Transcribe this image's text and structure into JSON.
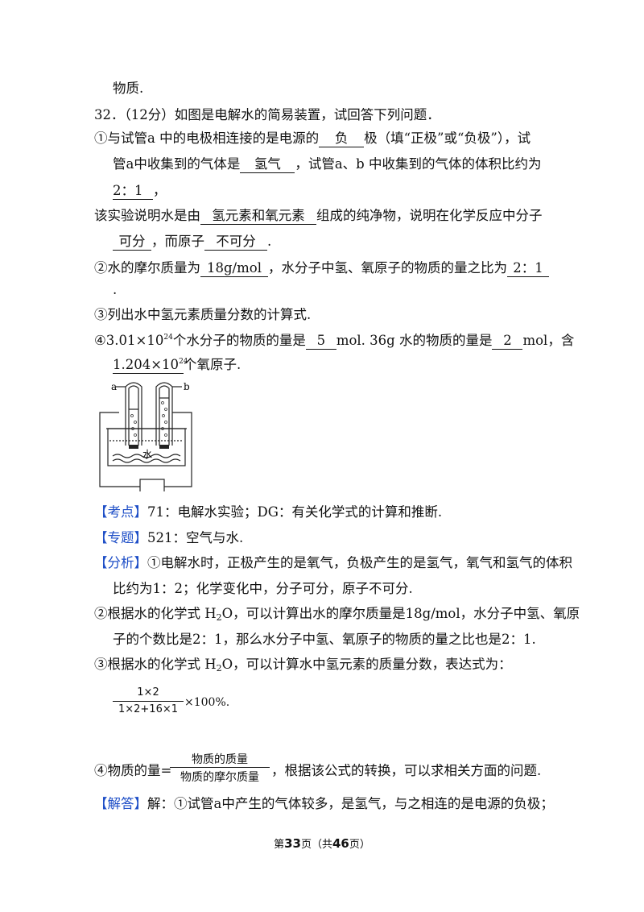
{
  "q_prev": {
    "tail": "物质."
  },
  "q32": {
    "head": "32．（12分）如图是电解水的简易装置，试回答下列问题．",
    "p1": {
      "l1_a": "①与试管a 中的电极相连接的是电源的",
      "ans_neg": "负",
      "l1_b": "极（填“正极”或“负极”），试",
      "l2_a": "管a中收集到的气体是",
      "ans_h2": "氢气",
      "l2_b": "，试管a、b 中收集到的气体的体积比约为",
      "ans_ratio": "2：1",
      "l3_b": "，",
      "l4_a": "该实验说明水是由",
      "ans_elements": "氢元素和氧元素",
      "l4_b": "组成的纯净物，说明在化学反应中分子",
      "ans_divisible": "可分",
      "l5_b": "，而原子",
      "ans_indivisible": "不可分",
      "l5_c": "."
    },
    "p2": {
      "l1_a": "②水的摩尔质量为",
      "ans_molar": "18g/mol",
      "l1_b": "，水分子中氢、氧原子的物质的量之比为",
      "ans_ratio": "2：1",
      "l2": "."
    },
    "p3": {
      "text": "③列出水中氢元素质量分数的计算式."
    },
    "p4": {
      "l1_pre": "④3.01×10",
      "l1_exp": "24",
      "l1_a": "个水分子的物质的量是",
      "ans_mol1": "5",
      "l1_b": "mol. 36g 水的物质的量是",
      "ans_mol2": "2",
      "l1_c": "mol，含",
      "ans_atoms_base": "1.204×10",
      "ans_atoms_exp": "24",
      "l2_b": "个氧原子."
    },
    "figure": {
      "label_a": "a",
      "label_b": "b",
      "label_water": "水"
    }
  },
  "analysis": {
    "kaodian_tag": "【考点】",
    "kaodian_text": "71：电解水实验；DG：有关化学式的计算和推断.",
    "zhuanti_tag": "【专题】",
    "zhuanti_text": "521：空气与水.",
    "fenxi_tag": "【分析】",
    "fenxi_l1": "①电解水时，正极产生的是氧气，负极产生的是氢气，氧气和氢气的体积",
    "fenxi_l2": "比约为1：2；化学变化中，分子可分，原子不可分.",
    "p2_l1_a": "②根据水的化学式 H",
    "p2_l1_sub": "2",
    "p2_l1_b": "O，可以计算出水的摩尔质量是18g/mol，水分子中氢、氧原",
    "p2_l2": "子的个数比是2：1，那么水分子中氢、氧原子的物质的量之比也是2：1.",
    "p3_a": "③根据水的化学式 H",
    "p3_sub": "2",
    "p3_b": "O，可以计算水中氢元素的质量分数，表达式为：",
    "formula1_num": "1×2",
    "formula1_den": "1×2+16×1",
    "formula1_tail": "×100%.",
    "p4_a": "④物质的量=",
    "formula2_num": "物质的质量",
    "formula2_den": "物质的摩尔质量",
    "p4_b": "，根据该公式的转换，可以求相关方面的问题.",
    "jieda_tag": "【解答】",
    "jieda_text": "解：①试管a中产生的气体较多，是氢气，与之相连的是电源的负极；"
  },
  "footer": {
    "pre": "第",
    "page": "33",
    "mid": "页（共",
    "total": "46",
    "post": "页）"
  },
  "colors": {
    "tag": "#1f4fc7",
    "text": "#111111"
  }
}
